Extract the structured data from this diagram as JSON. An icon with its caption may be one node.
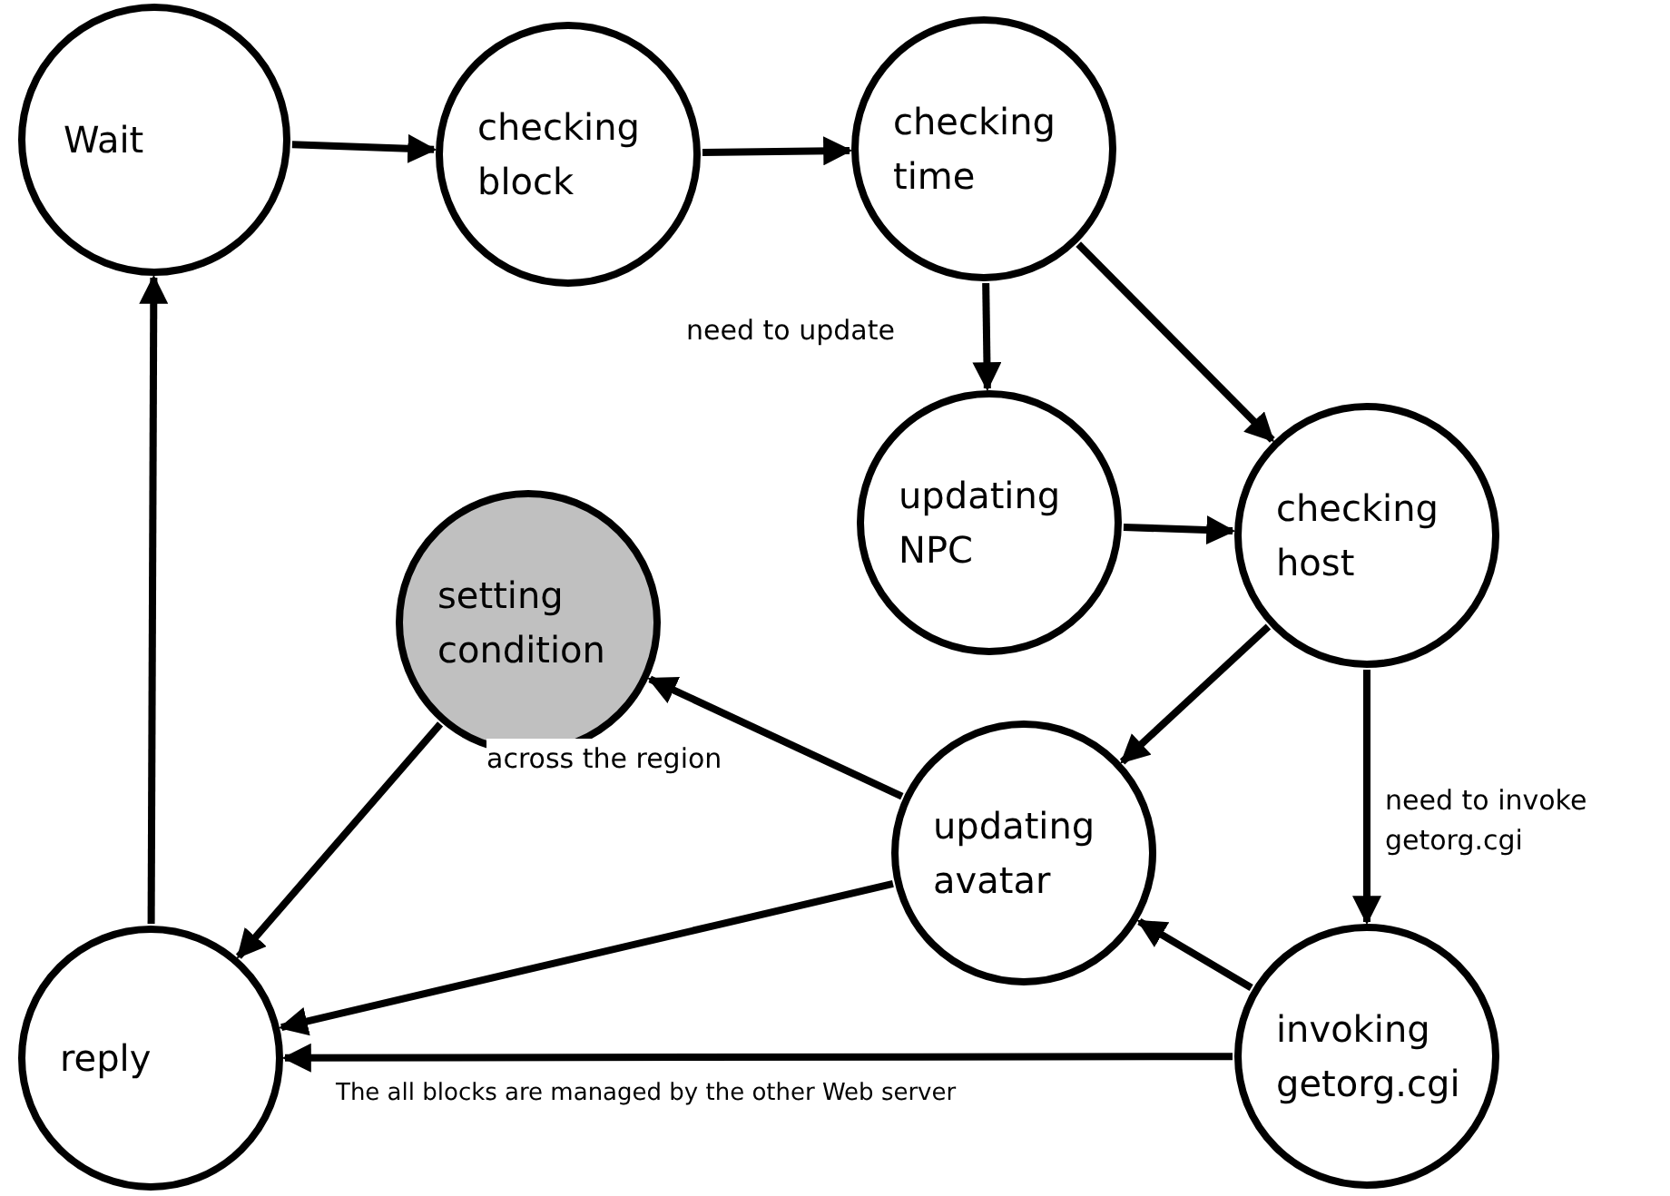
{
  "diagram": {
    "nodes": [
      {
        "text": [
          "Wait"
        ]
      },
      {
        "text": [
          "checking block"
        ]
      },
      {
        "text": [
          "checking time"
        ]
      },
      {
        "text": [
          "updating NPC"
        ]
      },
      {
        "text": [
          "checking host"
        ]
      },
      {
        "text": [
          "setting condition"
        ]
      },
      {
        "text": [
          "updating avatar"
        ]
      },
      {
        "text": [
          "reply"
        ]
      },
      {
        "text": [
          "invoking getorg.cgi"
        ]
      }
    ],
    "edges": [
      {
        "from": 0,
        "to": 1,
        "arrow": "to"
      },
      {
        "from": 1,
        "to": 2,
        "arrow": "to"
      },
      {
        "from": 2,
        "to": 3,
        "arrow": "to",
        "label": "need to update"
      },
      {
        "from": 2,
        "to": 4,
        "arrow": "to"
      },
      {
        "from": 3,
        "to": 4,
        "arrow": "to"
      },
      {
        "from": 4,
        "to": 6,
        "arrow": "to"
      },
      {
        "from": 4,
        "to": 8,
        "arrow": "to",
        "label": "need to invoke getorg.cgi"
      },
      {
        "from": 6,
        "to": 5,
        "arrow": "to",
        "label": "across the region"
      },
      {
        "from": 5,
        "to": 7,
        "arrow": "to"
      },
      {
        "from": 6,
        "to": 7,
        "arrow": "to"
      },
      {
        "from": 8,
        "to": 6,
        "arrow": "to"
      },
      {
        "from": 8,
        "to": 7,
        "arrow": "to",
        "label": "The all blocks are managed by the other Web server"
      },
      {
        "from": 7,
        "to": 0,
        "arrow": "to"
      }
    ]
  }
}
